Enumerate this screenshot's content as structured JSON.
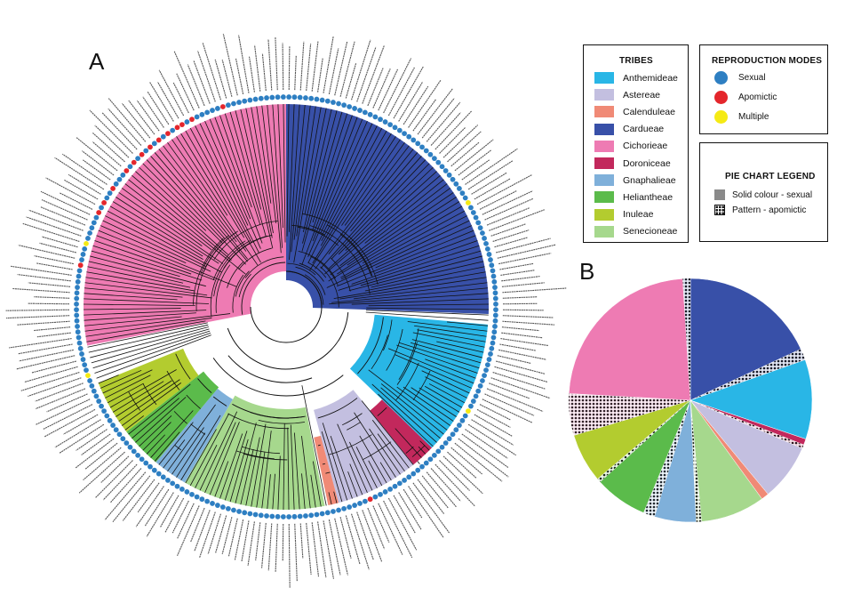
{
  "panels": {
    "a": "A",
    "b": "B"
  },
  "tribes_legend": {
    "title": "TRIBES",
    "items": [
      {
        "label": "Anthemideae",
        "color": "#29b6e6"
      },
      {
        "label": "Astereae",
        "color": "#c3bfe0"
      },
      {
        "label": "Calenduleae",
        "color": "#f08a76"
      },
      {
        "label": "Cardueae",
        "color": "#3850a8"
      },
      {
        "label": "Cichorieae",
        "color": "#ee7bb3"
      },
      {
        "label": "Doroniceae",
        "color": "#c2285c"
      },
      {
        "label": "Gnaphalieae",
        "color": "#7fb0da"
      },
      {
        "label": "Heliantheae",
        "color": "#5bbb4b"
      },
      {
        "label": "Inuleae",
        "color": "#b3cc2f"
      },
      {
        "label": "Senecioneae",
        "color": "#a6d88d"
      }
    ]
  },
  "reproduction_legend": {
    "title": "REPRODUCTION MODES",
    "items": [
      {
        "label": "Sexual",
        "color": "#2e7fc2"
      },
      {
        "label": "Apomictic",
        "color": "#e4262c"
      },
      {
        "label": "Multiple",
        "color": "#f5ea14"
      }
    ]
  },
  "pie_legend": {
    "title": "PIE CHART LEGEND",
    "items": [
      {
        "label": "Solid colour - sexual",
        "kind": "solid"
      },
      {
        "label": "Pattern - apomictic",
        "kind": "pattern"
      }
    ]
  },
  "tree": {
    "sectors": [
      {
        "tribe": "Cardueae",
        "color": "#3850a8",
        "start": 0,
        "end": 92
      },
      {
        "tribe": "Anthemideae",
        "color": "#29b6e6",
        "start": 95,
        "end": 134
      },
      {
        "tribe": "Doroniceae",
        "color": "#c2285c",
        "start": 134,
        "end": 141
      },
      {
        "tribe": "Astereae",
        "color": "#c3bfe0",
        "start": 141,
        "end": 165
      },
      {
        "tribe": "Calenduleae",
        "color": "#f08a76",
        "start": 165,
        "end": 168
      },
      {
        "tribe": "Senecioneae",
        "color": "#a6d88d",
        "start": 169,
        "end": 210
      },
      {
        "tribe": "Gnaphalieae",
        "color": "#7fb0da",
        "start": 210,
        "end": 220
      },
      {
        "tribe": "Heliantheae",
        "color": "#5bbb4b",
        "start": 220,
        "end": 232
      },
      {
        "tribe": "Inuleae",
        "color": "#b3cc2f",
        "start": 232,
        "end": 248
      },
      {
        "tribe": "Cichorieae",
        "color": "#ee7bb3",
        "start": 259,
        "end": 360
      }
    ],
    "tip_modes": [
      {
        "mode": "Apomictic",
        "angle": 310
      },
      {
        "mode": "Apomictic",
        "angle": 313
      },
      {
        "mode": "Apomictic",
        "angle": 316
      },
      {
        "mode": "Apomictic",
        "angle": 319
      },
      {
        "mode": "Apomictic",
        "angle": 322
      },
      {
        "mode": "Apomictic",
        "angle": 325
      },
      {
        "mode": "Apomictic",
        "angle": 328
      },
      {
        "mode": "Apomictic",
        "angle": 331
      },
      {
        "mode": "Apomictic",
        "angle": 334
      },
      {
        "mode": "Apomictic",
        "angle": 305
      },
      {
        "mode": "Apomictic",
        "angle": 300
      },
      {
        "mode": "Apomictic",
        "angle": 296
      },
      {
        "mode": "Apomictic",
        "angle": 282
      },
      {
        "mode": "Apomictic",
        "angle": 343
      },
      {
        "mode": "Apomictic",
        "angle": 157
      },
      {
        "mode": "Multiple",
        "angle": 288
      },
      {
        "mode": "Multiple",
        "angle": 251
      },
      {
        "mode": "Multiple",
        "angle": 60
      },
      {
        "mode": "Multiple",
        "angle": 120
      }
    ]
  },
  "pie": {
    "slices": [
      {
        "tribe": "Cardueae",
        "color": "#3850a8",
        "value": 18.0,
        "pattern": false
      },
      {
        "tribe": "Cardueae",
        "color": "#3850a8",
        "value": 1.5,
        "pattern": true
      },
      {
        "tribe": "Anthemideae",
        "color": "#29b6e6",
        "value": 10.5,
        "pattern": false
      },
      {
        "tribe": "Doroniceae",
        "color": "#c2285c",
        "value": 0.8,
        "pattern": false
      },
      {
        "tribe": "Doroniceae",
        "color": "#c2285c",
        "value": 0.5,
        "pattern": true
      },
      {
        "tribe": "Astereae",
        "color": "#c3bfe0",
        "value": 7.5,
        "pattern": false
      },
      {
        "tribe": "Calenduleae",
        "color": "#f08a76",
        "value": 1.0,
        "pattern": false
      },
      {
        "tribe": "Senecioneae",
        "color": "#a6d88d",
        "value": 8.5,
        "pattern": false
      },
      {
        "tribe": "Senecioneae",
        "color": "#a6d88d",
        "value": 0.7,
        "pattern": true
      },
      {
        "tribe": "Gnaphalieae",
        "color": "#7fb0da",
        "value": 5.5,
        "pattern": false
      },
      {
        "tribe": "Gnaphalieae",
        "color": "#7fb0da",
        "value": 1.5,
        "pattern": true
      },
      {
        "tribe": "Heliantheae",
        "color": "#5bbb4b",
        "value": 7.0,
        "pattern": false
      },
      {
        "tribe": "Heliantheae",
        "color": "#5bbb4b",
        "value": 0.5,
        "pattern": true
      },
      {
        "tribe": "Inuleae",
        "color": "#b3cc2f",
        "value": 6.5,
        "pattern": false
      },
      {
        "tribe": "Cichorieae",
        "color": "#ee7bb3",
        "value": 5.5,
        "pattern": true
      },
      {
        "tribe": "Cichorieae",
        "color": "#ee7bb3",
        "value": 23.0,
        "pattern": false
      },
      {
        "tribe": "Cardueae",
        "color": "#3850a8",
        "value": 1.0,
        "pattern": true
      }
    ]
  }
}
